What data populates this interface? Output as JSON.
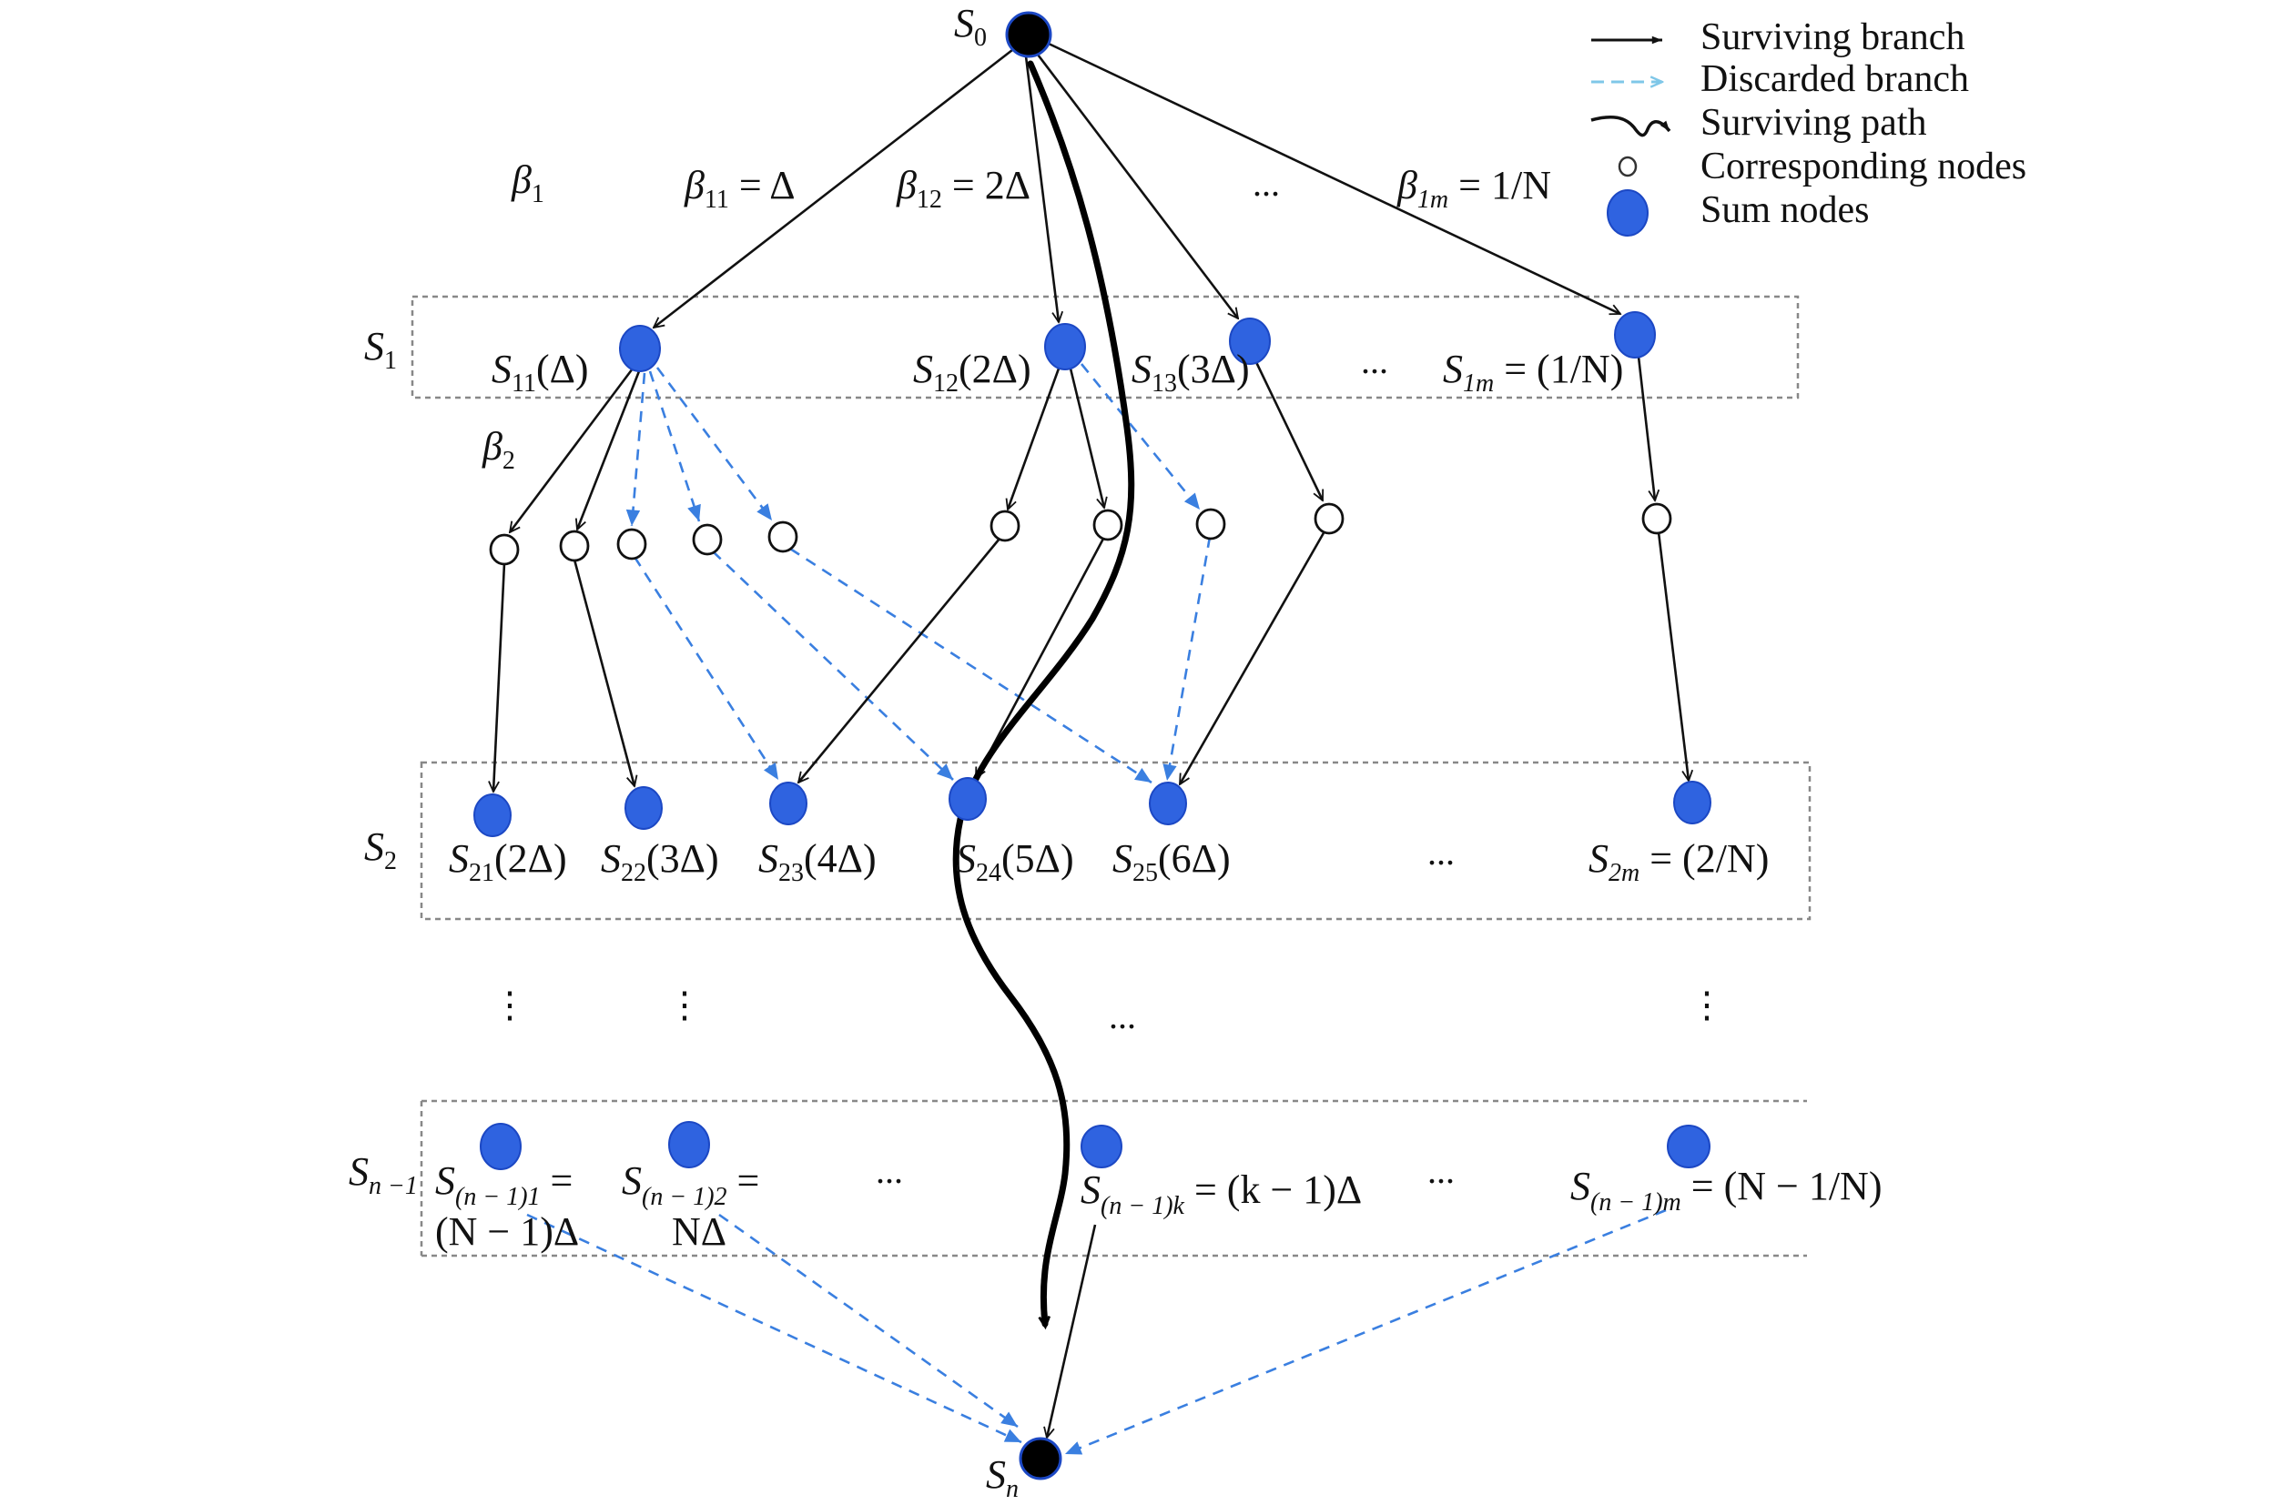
{
  "figure": {
    "type": "trellis-diagram",
    "colors": {
      "surviving_branch": "#111111",
      "discarded_branch": "#3a7fe0",
      "sum_node": "#2f63e0",
      "terminal_node": "#000000",
      "stage_box": "#888888"
    }
  },
  "legend": {
    "items": [
      {
        "icon": "solid-arrow-icon",
        "label": "Surviving branch"
      },
      {
        "icon": "dashed-arrow-icon",
        "label": "Discarded branch"
      },
      {
        "icon": "wavy-arrow-icon",
        "label": "Surviving path"
      },
      {
        "icon": "hollow-circle-icon",
        "label": "Corresponding nodes"
      },
      {
        "icon": "filled-circle-icon",
        "label": "Sum nodes"
      }
    ]
  },
  "nodes": {
    "start": {
      "base": "S",
      "sub": "0"
    },
    "end": {
      "base": "S",
      "sub": "n"
    }
  },
  "stages": [
    {
      "label": {
        "base": "S",
        "sub": "1"
      }
    },
    {
      "label": {
        "base": "S",
        "sub": "2"
      }
    },
    {
      "label": {
        "base": "S",
        "sub": "n −1"
      }
    }
  ],
  "beta_labels": {
    "beta1": {
      "base": "β",
      "sub": "1"
    },
    "beta2": {
      "base": "β",
      "sub": "2"
    },
    "beta11": {
      "base": "β",
      "sub": "11",
      "rest": " = Δ"
    },
    "beta12": {
      "base": "β",
      "sub": "12",
      "rest": " = 2Δ"
    },
    "beta1m": {
      "base": "β",
      "sub": "1m",
      "rest": " = 1/N"
    },
    "ellipsis": "..."
  },
  "stage1_nodes": [
    {
      "base": "S",
      "sub": "11",
      "rest": "(Δ)"
    },
    {
      "base": "S",
      "sub": "12",
      "rest": "(2Δ)"
    },
    {
      "base": "S",
      "sub": "13",
      "rest": "(3Δ)"
    },
    {
      "base": "S",
      "sub": "1m",
      "rest": " = (1/N)"
    }
  ],
  "stage2_nodes": [
    {
      "base": "S",
      "sub": "21",
      "rest": "(2Δ)"
    },
    {
      "base": "S",
      "sub": "22",
      "rest": "(3Δ)"
    },
    {
      "base": "S",
      "sub": "23",
      "rest": "(4Δ)"
    },
    {
      "base": "S",
      "sub": "24",
      "rest": "(5Δ)"
    },
    {
      "base": "S",
      "sub": "25",
      "rest": "(6Δ)"
    },
    {
      "base": "S",
      "sub": "2m",
      "rest": " = (2/N)"
    }
  ],
  "stage_n1_nodes": [
    {
      "base": "S",
      "sub": "(n − 1)1",
      "rest": " =",
      "line2": "(N − 1)Δ"
    },
    {
      "base": "S",
      "sub": "(n − 1)2",
      "rest": " =",
      "line2": "NΔ"
    },
    {
      "base": "S",
      "sub": "(n − 1)k",
      "rest": " = (k − 1)Δ"
    },
    {
      "base": "S",
      "sub": "(n − 1)m",
      "rest": " = (N − 1/N)"
    }
  ],
  "ellipses": {
    "h": "...",
    "v": "⋮"
  }
}
